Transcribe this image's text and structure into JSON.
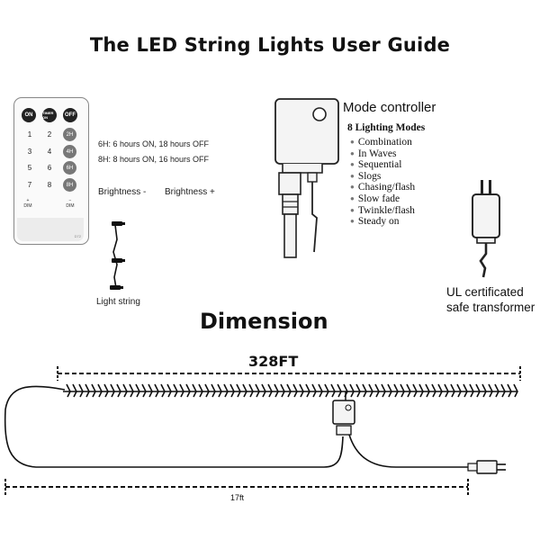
{
  "title": "The LED String Lights User Guide",
  "remote": {
    "top_buttons": [
      "ON",
      "TIMER ON",
      "OFF"
    ],
    "keypad_rows": [
      [
        "1",
        "2"
      ],
      [
        "3",
        "4"
      ],
      [
        "5",
        "6"
      ],
      [
        "7",
        "8"
      ]
    ],
    "timer_buttons": [
      "2H",
      "4H",
      "6H",
      "8H"
    ],
    "dim_minus": "DIM",
    "dim_plus": "DIM",
    "plus_sign": "+",
    "minus_sign": "−",
    "model": "D72"
  },
  "timer_info": {
    "line_6h": "6H: 6 hours ON, 18 hours OFF",
    "line_8h": "8H: 8 hours ON, 16 hours OFF"
  },
  "brightness": {
    "minus": "Brightness -",
    "plus": "Brightness +"
  },
  "light_string_label": "Light string",
  "mode_controller": {
    "label": "Mode controller",
    "modes_heading": "8 Lighting Modes",
    "modes": [
      "Combination",
      "In Waves",
      "Sequential",
      "Slogs",
      "Chasing/flash",
      "Slow fade",
      "Twinkle/flash",
      "Steady on"
    ]
  },
  "transformer_label": [
    "UL certificated",
    "safe transformer"
  ],
  "dimension": {
    "heading": "Dimension",
    "light_length": "328FT",
    "lead_length": "17ft"
  },
  "colors": {
    "text": "#111111",
    "line": "#111111",
    "remote_dark": "#222222",
    "timer_gray": "#777777"
  }
}
